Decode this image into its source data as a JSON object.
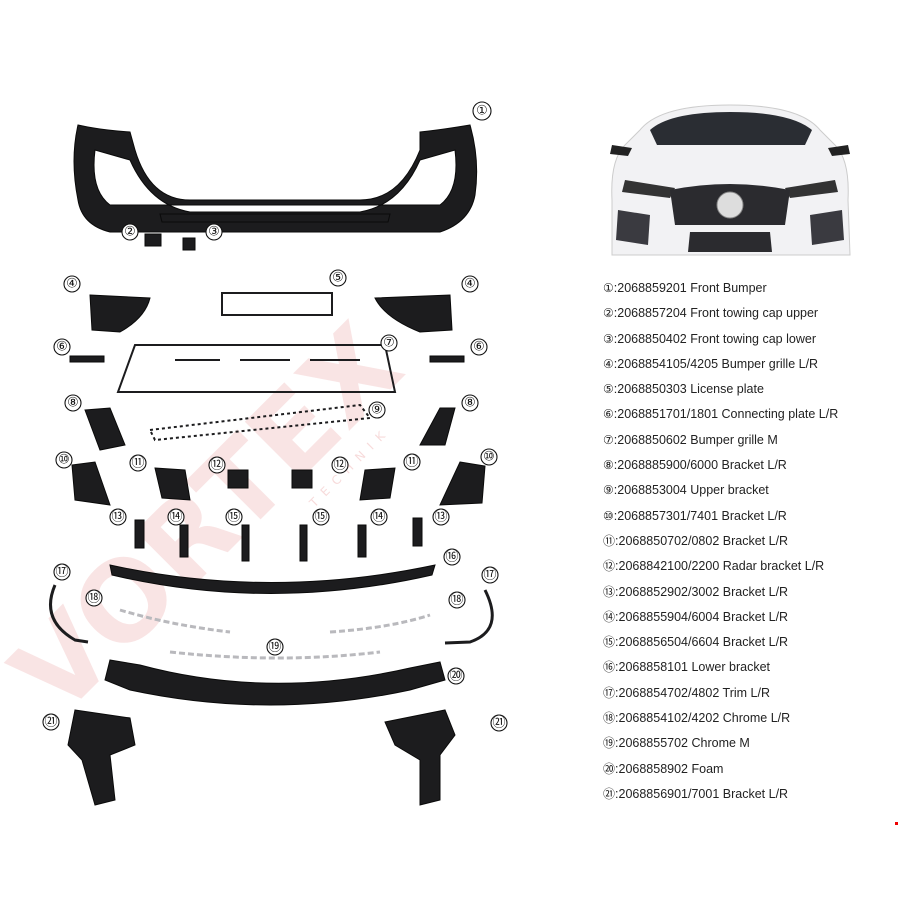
{
  "watermark": {
    "brand": "VORTEX",
    "sub": "TECHNIK"
  },
  "colors": {
    "part": "#1c1c1e",
    "chrome": "#b9b9bd",
    "car_body": "#f2f2f4",
    "watermark": "#e07070"
  },
  "part_labels": [
    "①",
    "②",
    "③",
    "④",
    "⑤",
    "⑥",
    "⑦",
    "⑧",
    "⑨",
    "⑩",
    "⑪",
    "⑫",
    "⑬",
    "⑭",
    "⑮",
    "⑯",
    "⑰",
    "⑱",
    "⑲",
    "⑳",
    "㉑"
  ],
  "legend": [
    {
      "num": "①",
      "text": ":2068859201 Front Bumper"
    },
    {
      "num": "②",
      "text": ":2068857204 Front towing cap upper"
    },
    {
      "num": "③",
      "text": ":2068850402 Front towing cap lower"
    },
    {
      "num": "④",
      "text": ":2068854105/4205 Bumper grille L/R"
    },
    {
      "num": "⑤",
      "text": ":2068850303 License plate"
    },
    {
      "num": "⑥",
      "text": ":2068851701/1801 Connecting plate L/R"
    },
    {
      "num": "⑦",
      "text": ":2068850602 Bumper grille M"
    },
    {
      "num": "⑧",
      "text": ":2068885900/6000 Bracket L/R"
    },
    {
      "num": "⑨",
      "text": ":2068853004 Upper bracket"
    },
    {
      "num": "⑩",
      "text": ":2068857301/7401 Bracket L/R"
    },
    {
      "num": "⑪",
      "text": ":2068850702/0802 Bracket L/R"
    },
    {
      "num": "⑫",
      "text": ":2068842100/2200 Radar bracket L/R"
    },
    {
      "num": "⑬",
      "text": ":2068852902/3002 Bracket L/R"
    },
    {
      "num": "⑭",
      "text": ":2068855904/6004 Bracket L/R"
    },
    {
      "num": "⑮",
      "text": ":2068856504/6604 Bracket L/R"
    },
    {
      "num": "⑯",
      "text": ":2068858101 Lower bracket"
    },
    {
      "num": "⑰",
      "text": ":2068854702/4802 Trim L/R"
    },
    {
      "num": "⑱",
      "text": ":2068854102/4202 Chrome L/R"
    },
    {
      "num": "⑲",
      "text": ":2068855702 Chrome M"
    },
    {
      "num": "⑳",
      "text": ":2068858902 Foam"
    },
    {
      "num": "㉑",
      "text": ":2068856901/7001 Bracket L/R"
    }
  ]
}
